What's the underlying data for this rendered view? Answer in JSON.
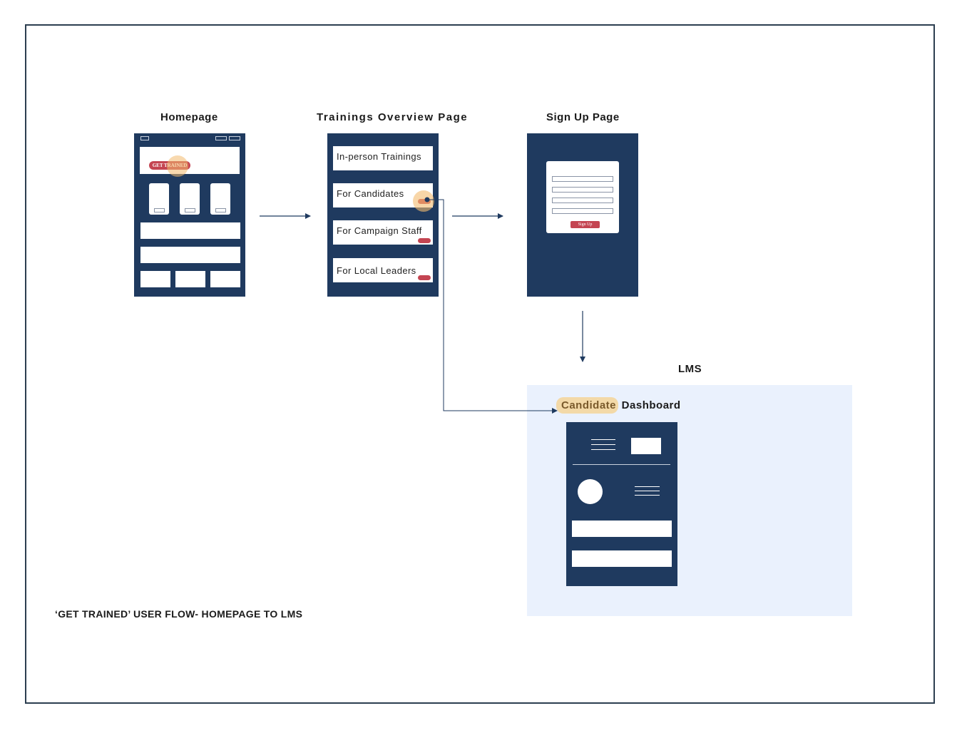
{
  "screens": {
    "homepage": {
      "title": "Homepage",
      "cta_label": "GET TRAINED"
    },
    "trainings": {
      "title": "Trainings Overview Page",
      "items": [
        {
          "label": "In-person Trainings"
        },
        {
          "label": "For Candidates"
        },
        {
          "label": "For Campaign Staff"
        },
        {
          "label": "For Local Leaders"
        }
      ]
    },
    "signup": {
      "title": "Sign Up Page",
      "button_label": "Sign Up"
    },
    "lms": {
      "title": "LMS",
      "dashboard_highlight": "Candidate",
      "dashboard_rest": " Dashboard"
    }
  },
  "caption": "‘GET TRAINED’ USER FLOW- HOMEPAGE TO LMS",
  "colors": {
    "navy": "#1f3a5f",
    "accent_red": "#c44552",
    "highlight": "#f3d9a8",
    "lms_panel": "#eaf1fd",
    "frame": "#2c3e50"
  }
}
